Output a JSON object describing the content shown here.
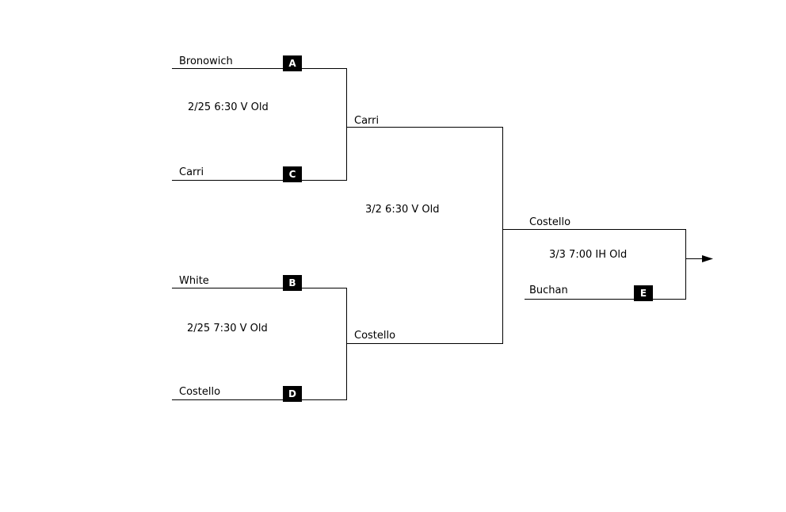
{
  "round1": [
    {
      "top": {
        "name": "Bronowich",
        "seed": "A"
      },
      "bottom": {
        "name": "Carri",
        "seed": "C"
      },
      "game": "2/25 6:30 V Old",
      "winner": "Carri"
    },
    {
      "top": {
        "name": "White",
        "seed": "B"
      },
      "bottom": {
        "name": "Costello",
        "seed": "D"
      },
      "game": "2/25 7:30 V Old",
      "winner": "Costello"
    }
  ],
  "round2": {
    "game": "3/2 6:30 V Old",
    "winner": "Costello"
  },
  "final": {
    "bye": {
      "name": "Buchan",
      "seed": "E"
    },
    "game": "3/3 7:00 IH Old"
  },
  "colors": {
    "line": "#000000",
    "seed_bg": "#000000",
    "seed_text": "#ffffff"
  }
}
